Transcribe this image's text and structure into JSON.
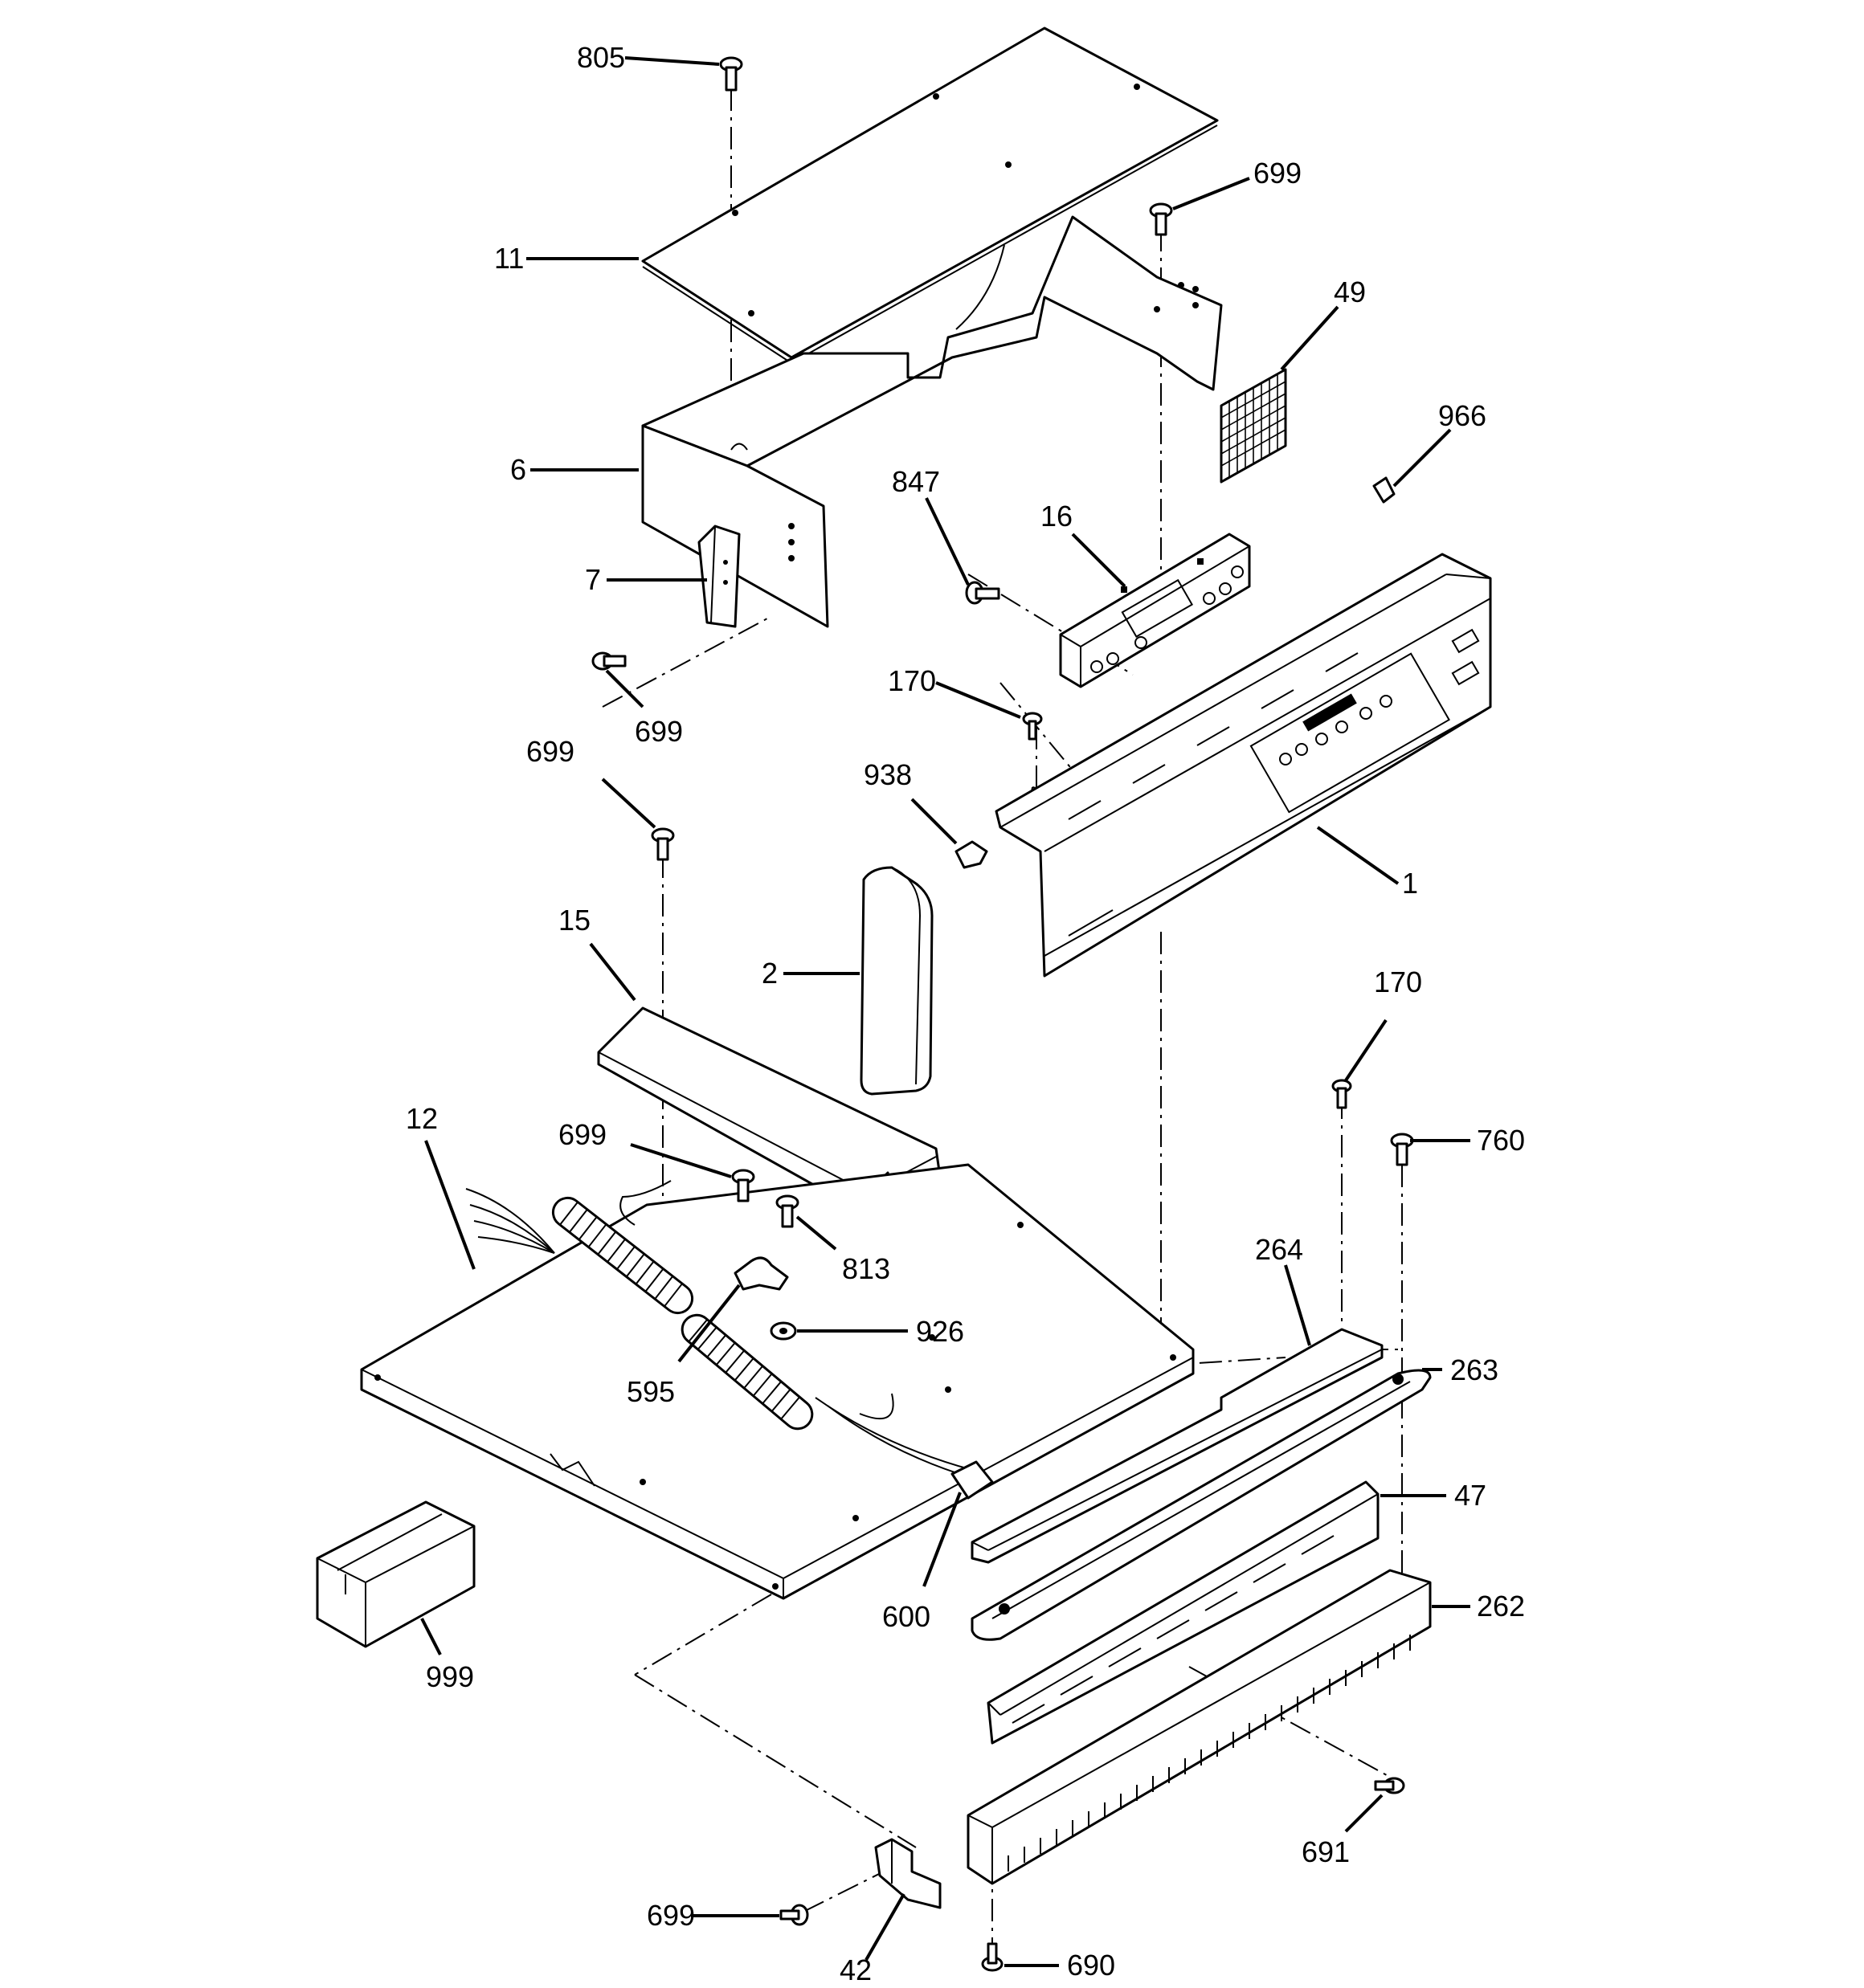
{
  "callouts": {
    "c805": "805",
    "c699_top": "699",
    "c11": "11",
    "c49": "49",
    "c966": "966",
    "c6": "6",
    "c847": "847",
    "c16": "16",
    "c7": "7",
    "c699_left": "699",
    "c170_upper": "170",
    "c699_mid": "699",
    "c938": "938",
    "c1": "1",
    "c15": "15",
    "c2": "2",
    "c170_right": "170",
    "c12": "12",
    "c699_board": "699",
    "c760": "760",
    "c813": "813",
    "c264": "264",
    "c926": "926",
    "c263": "263",
    "c595": "595",
    "c47": "47",
    "c600": "600",
    "c262": "262",
    "c999": "999",
    "c691": "691",
    "c699_bottom": "699",
    "c690": "690",
    "c42": "42"
  }
}
